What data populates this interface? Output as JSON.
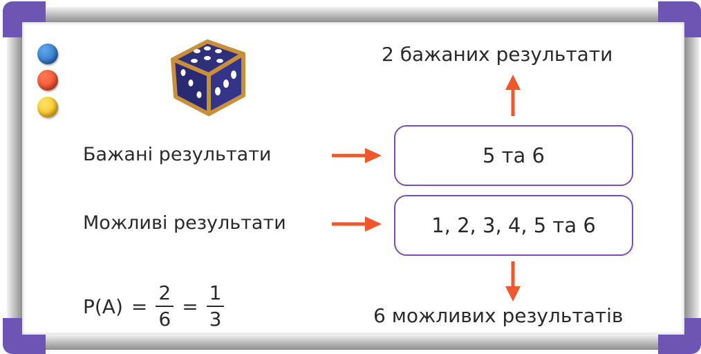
{
  "magnets": [
    "blue",
    "red",
    "yellow"
  ],
  "colors": {
    "frame_accent": "#6e55b3",
    "box_border": "#7a4bb0",
    "arrow": "#f0572a",
    "die_body": "#2f2f7a",
    "die_edge": "#c8903c"
  },
  "icons": {
    "die": "die-icon"
  },
  "labels": {
    "desired_outcomes": "Бажані результати",
    "possible_outcomes": "Можливі результати"
  },
  "boxes": {
    "desired_values": "5 та 6",
    "possible_values": "1, 2, 3, 4, 5 та 6"
  },
  "captions": {
    "desired_count": "2 бажаних результати",
    "possible_count": "6 можливих результатів"
  },
  "formula": {
    "lhs": "P(A)",
    "eq": "=",
    "fraction1": {
      "numerator": "2",
      "denominator": "6"
    },
    "fraction2": {
      "numerator": "1",
      "denominator": "3"
    }
  }
}
